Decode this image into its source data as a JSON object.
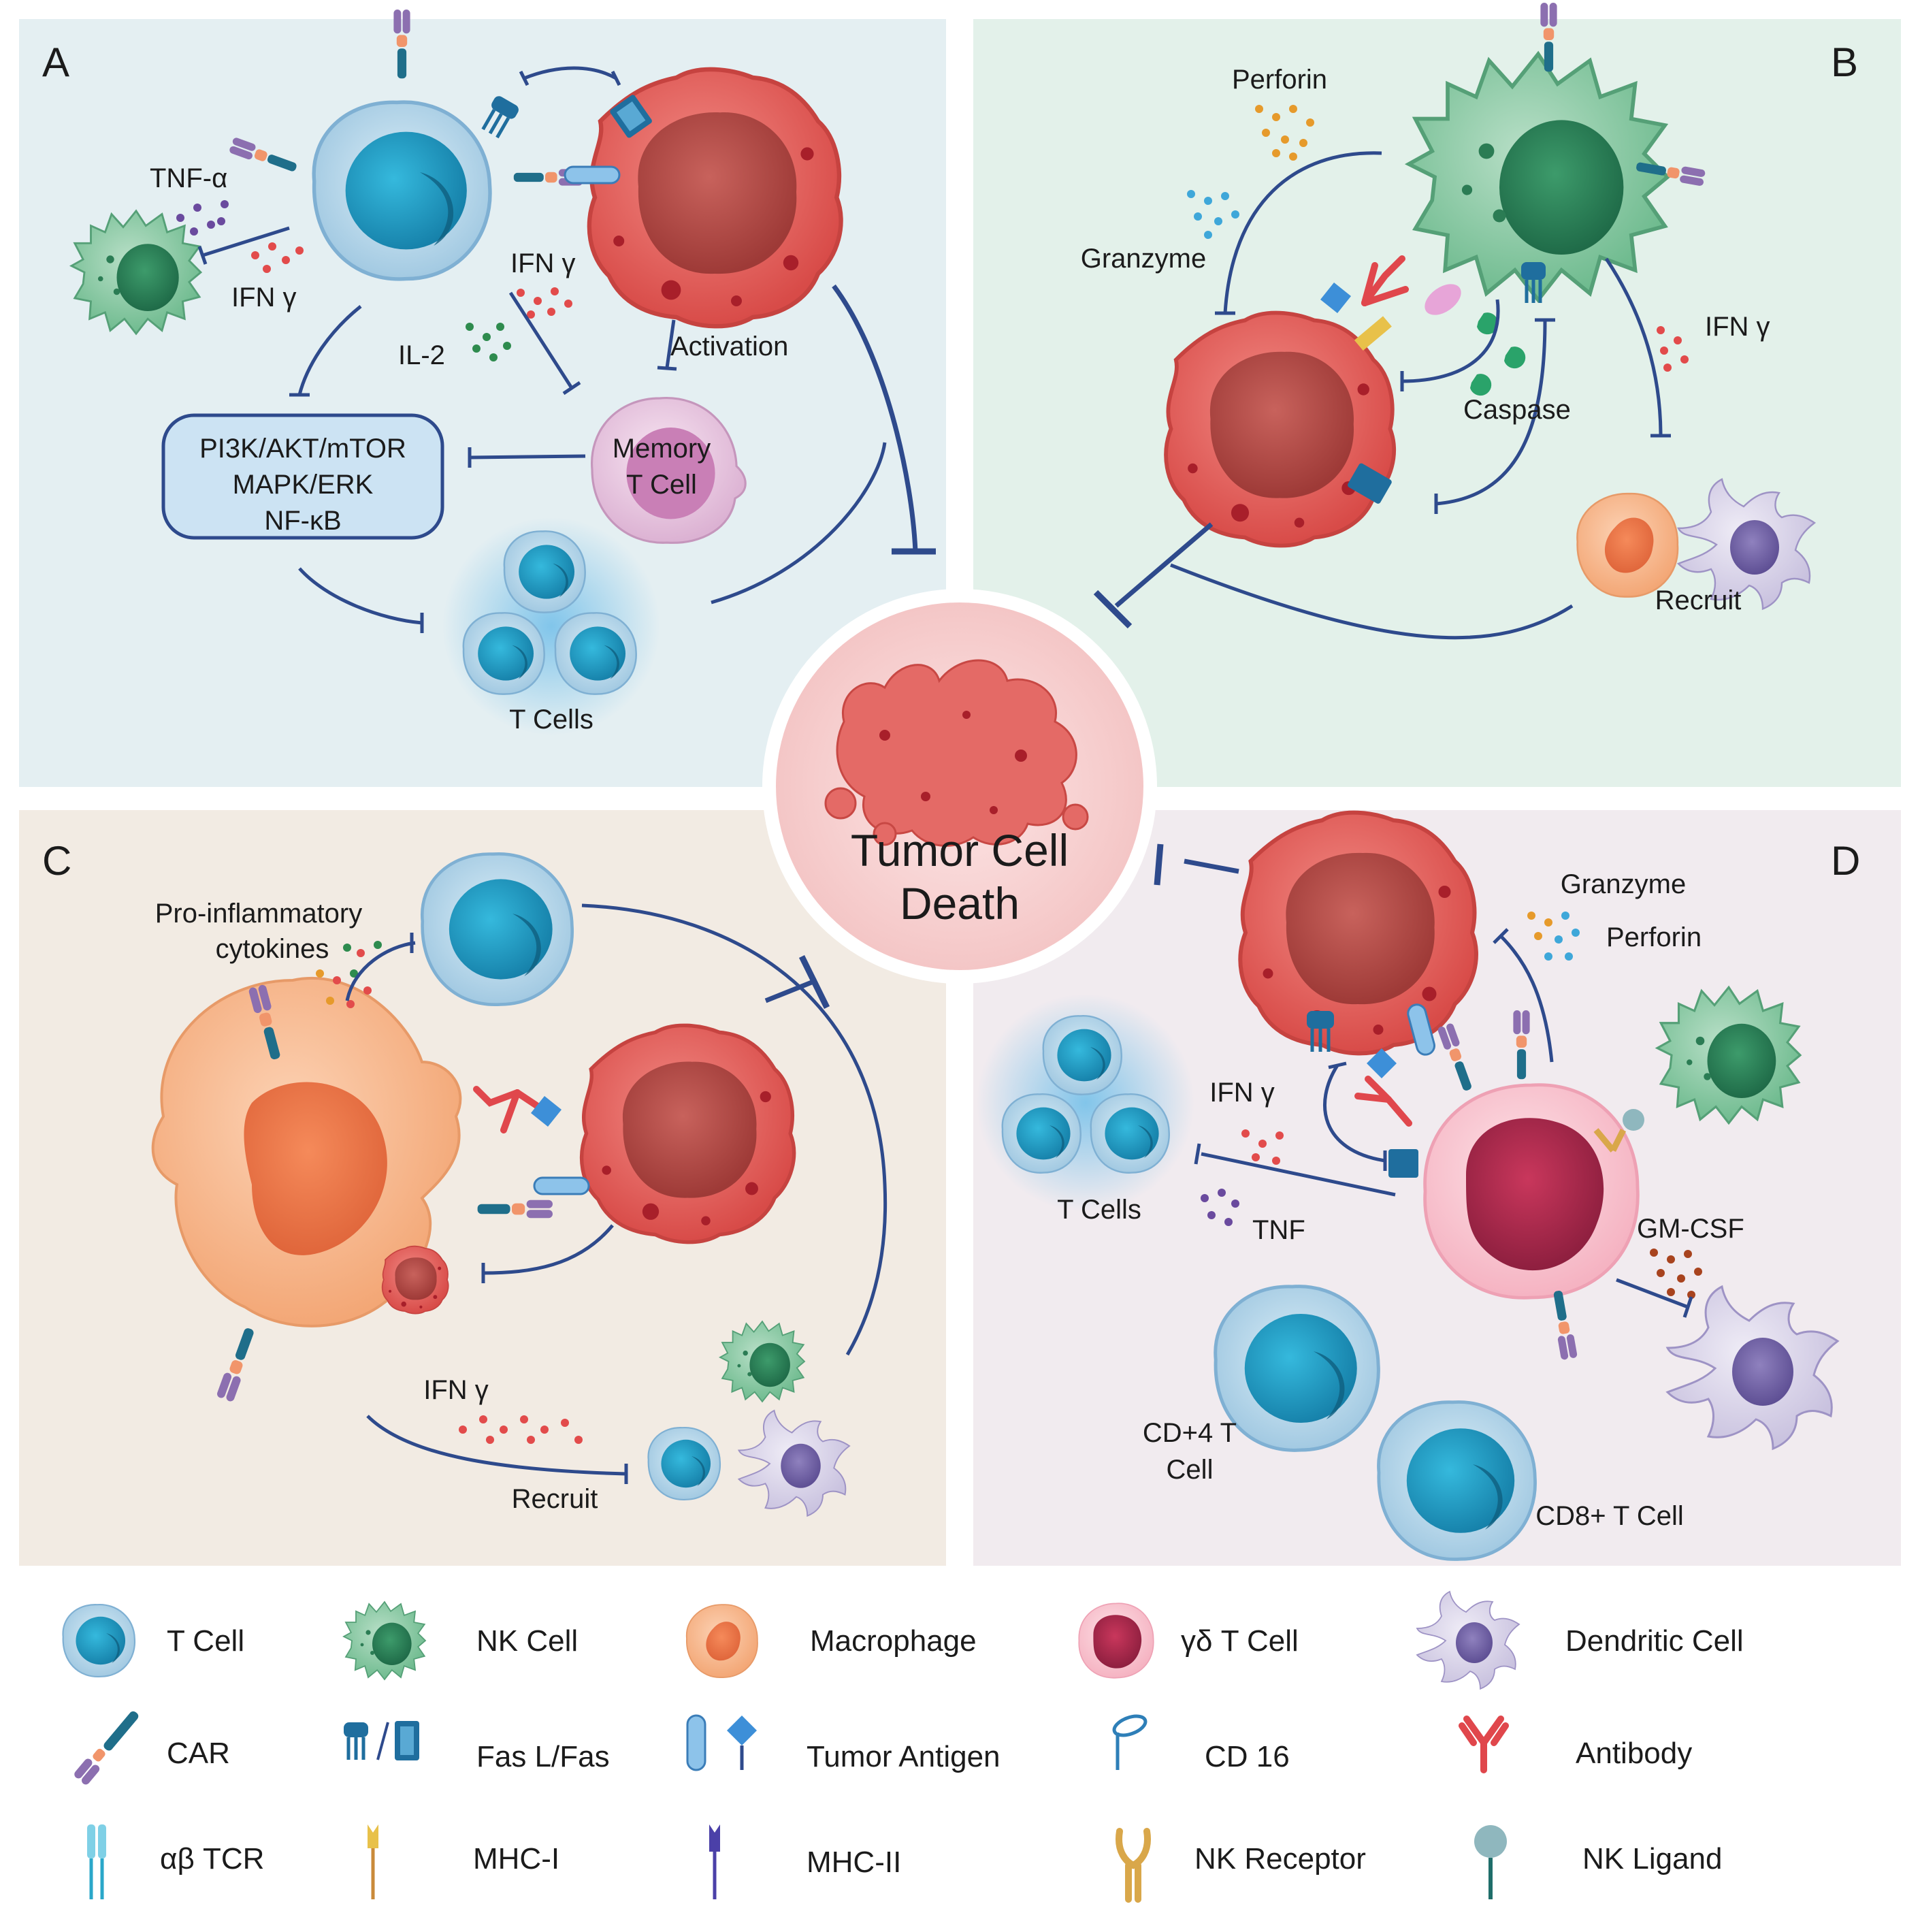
{
  "panels": {
    "a": {
      "letter": "A",
      "bg": "#e4eff2"
    },
    "b": {
      "letter": "B",
      "bg": "#e3f1ea"
    },
    "c": {
      "letter": "C",
      "bg": "#f2ebe3"
    },
    "d": {
      "letter": "D",
      "bg": "#f1ebef"
    }
  },
  "center": {
    "line1": "Tumor Cell",
    "line2": "Death"
  },
  "panel_a": {
    "tnf_alpha": "TNF-α",
    "ifn_left": "IFN γ",
    "ifn_mid": "IFN γ",
    "il2": "IL-2",
    "activation": "Activation",
    "pathway_1": "PI3K/AKT/mTOR",
    "pathway_2": "MAPK/ERK",
    "pathway_3": "NF-κB",
    "memory_1": "Memory",
    "memory_2": "T Cell",
    "t_cells": "T Cells"
  },
  "panel_b": {
    "perforin": "Perforin",
    "granzyme": "Granzyme",
    "ifn": "IFN γ",
    "caspase": "Caspase",
    "recruit": "Recruit"
  },
  "panel_c": {
    "proinflam_1": "Pro-inflammatory",
    "proinflam_2": "cytokines",
    "ifn": "IFN γ",
    "recruit": "Recruit"
  },
  "panel_d": {
    "granzyme": "Granzyme",
    "perforin": "Perforin",
    "ifn": "IFN γ",
    "t_cells": "T Cells",
    "tnf": "TNF",
    "gm_csf": "GM-CSF",
    "cd4_1": "CD+4 T",
    "cd4_2": "Cell",
    "cd8": "CD8+ T Cell"
  },
  "legend": {
    "row1": [
      "T Cell",
      "NK Cell",
      "Macrophage",
      "γδ T Cell",
      "Dendritic Cell"
    ],
    "row2": [
      "CAR",
      "Fas L/Fas",
      "Tumor Antigen",
      "CD 16",
      "Antibody"
    ],
    "row3": [
      "αβ TCR",
      "MHC-I",
      "MHC-II",
      "NK Receptor",
      "NK Ligand"
    ]
  },
  "colors": {
    "arrow": "#2e4a8c",
    "t_cell": "#2aa7c9",
    "nk_cell": "#4aa876",
    "macrophage": "#f19a62",
    "gd_t_cell": "#d8506e",
    "dendritic": "#8c7fb6",
    "tumor": "#e0605c",
    "antibody": "#e0474c"
  }
}
